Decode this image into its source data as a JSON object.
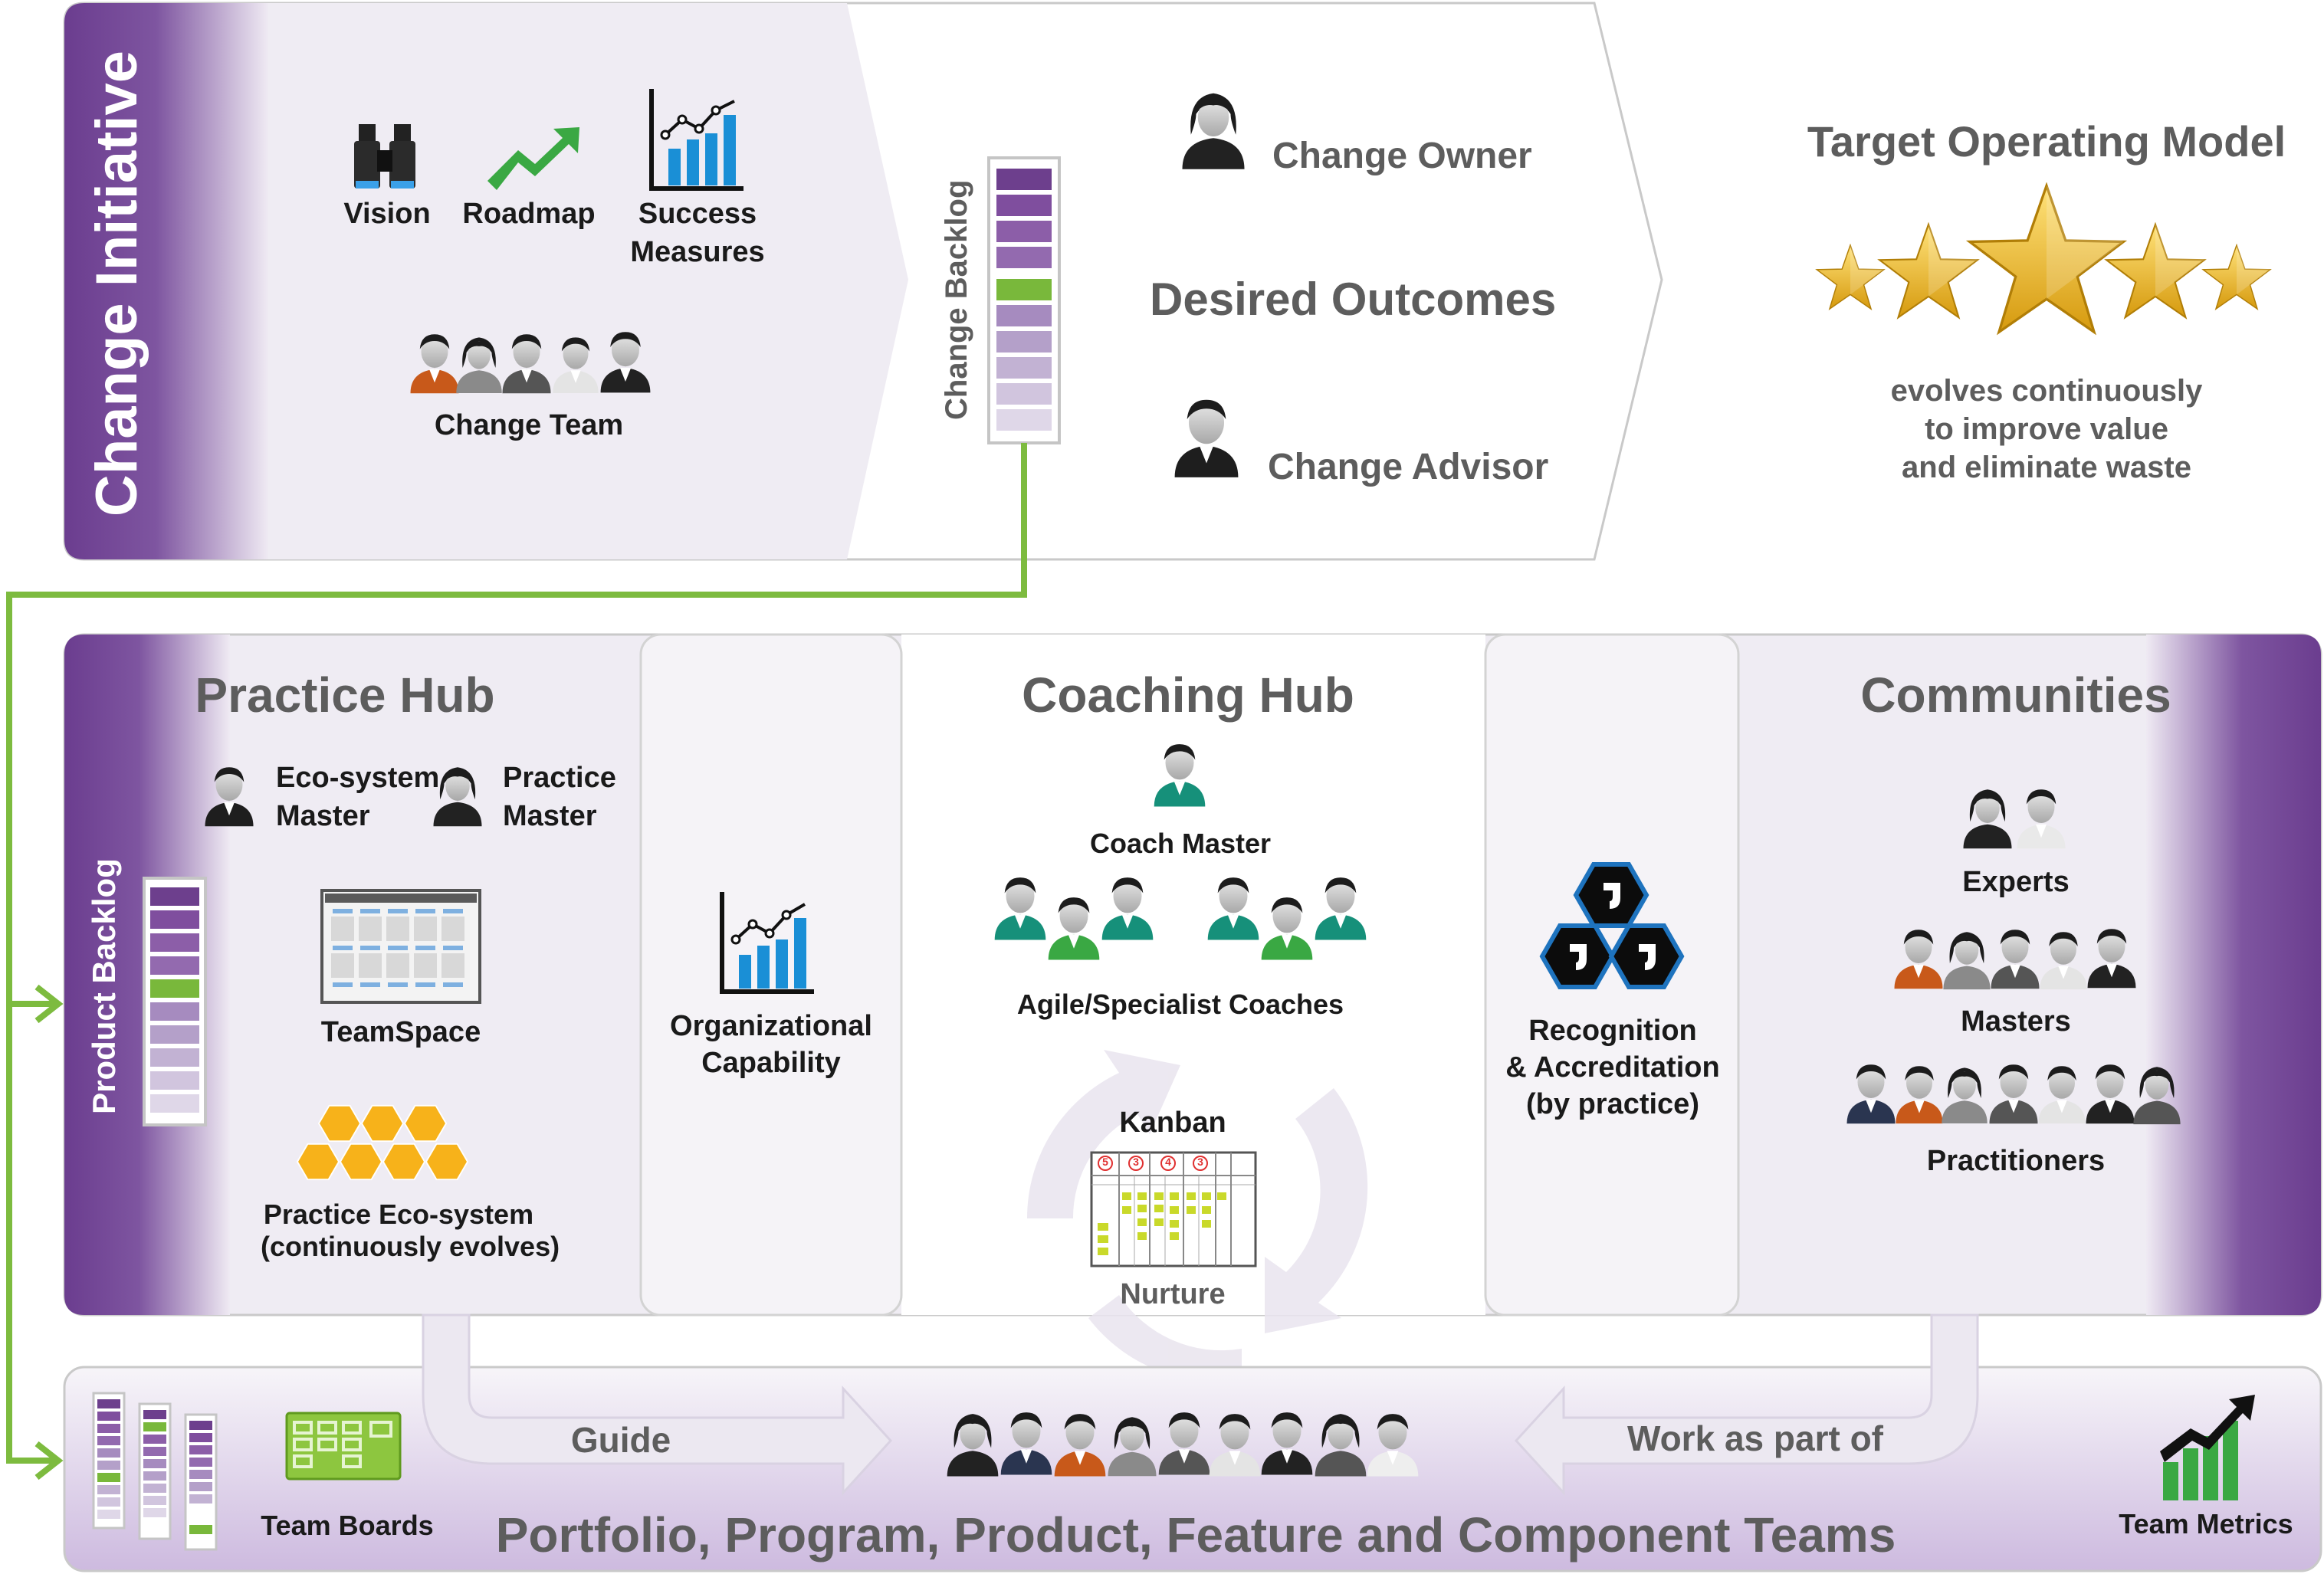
{
  "change_initiative": {
    "band_label": "Change Initiative",
    "vision_label": "Vision",
    "roadmap_label": "Roadmap",
    "success_measures_line1": "Success",
    "success_measures_line2": "Measures",
    "change_team_label": "Change Team",
    "change_backlog_label": "Change Backlog",
    "change_owner_label": "Change Owner",
    "desired_outcomes_label": "Desired Outcomes",
    "change_advisor_label": "Change Advisor"
  },
  "target_operating_model": {
    "title": "Target Operating Model",
    "line1": "evolves continuously",
    "line2": "to improve value",
    "line3": "and eliminate waste"
  },
  "practice_hub": {
    "title": "Practice Hub",
    "product_backlog_label": "Product Backlog",
    "ecosystem_master_line1": "Eco-system",
    "ecosystem_master_line2": "Master",
    "practice_master_line1": "Practice",
    "practice_master_line2": "Master",
    "teamspace_label": "TeamSpace",
    "ecosystem_line1": "Practice Eco-system",
    "ecosystem_line2": "(continuously evolves)"
  },
  "org_capability": {
    "line1": "Organizational",
    "line2": "Capability"
  },
  "coaching_hub": {
    "title": "Coaching Hub",
    "coach_master_label": "Coach Master",
    "agile_coaches_label": "Agile/Specialist Coaches",
    "kanban_label": "Kanban",
    "nurture_label": "Nurture",
    "kanban_wip": [
      "5",
      "3",
      "4",
      "3"
    ]
  },
  "recognition": {
    "line1": "Recognition",
    "line2": "& Accreditation",
    "line3": "(by practice)"
  },
  "communities": {
    "title": "Communities",
    "experts_label": "Experts",
    "masters_label": "Masters",
    "practitioners_label": "Practitioners"
  },
  "teams": {
    "guide_label": "Guide",
    "work_as_part_of_label": "Work as part of",
    "team_boards_label": "Team Boards",
    "team_metrics_label": "Team Metrics",
    "title": "Portfolio, Program, Product, Feature and Component Teams"
  },
  "colors": {
    "purple_dark": "#6b3d8f",
    "purple_light": "#ece7f1",
    "green_connector": "#7dbb3f",
    "chart_blue": "#1a8fd6",
    "hex_orange": "#f7b21a",
    "star_gold": "#f2b323",
    "text_gray": "#5d5d5d"
  },
  "icons": [
    "binoculars-icon",
    "trend-arrow-icon",
    "bar-chart-icon",
    "person-icon",
    "star-icon",
    "backlog-icon",
    "teamspace-board-icon",
    "hexagon-cluster-icon",
    "accreditation-badge-icon",
    "kanban-board-icon",
    "team-board-icon",
    "team-metrics-icon"
  ]
}
